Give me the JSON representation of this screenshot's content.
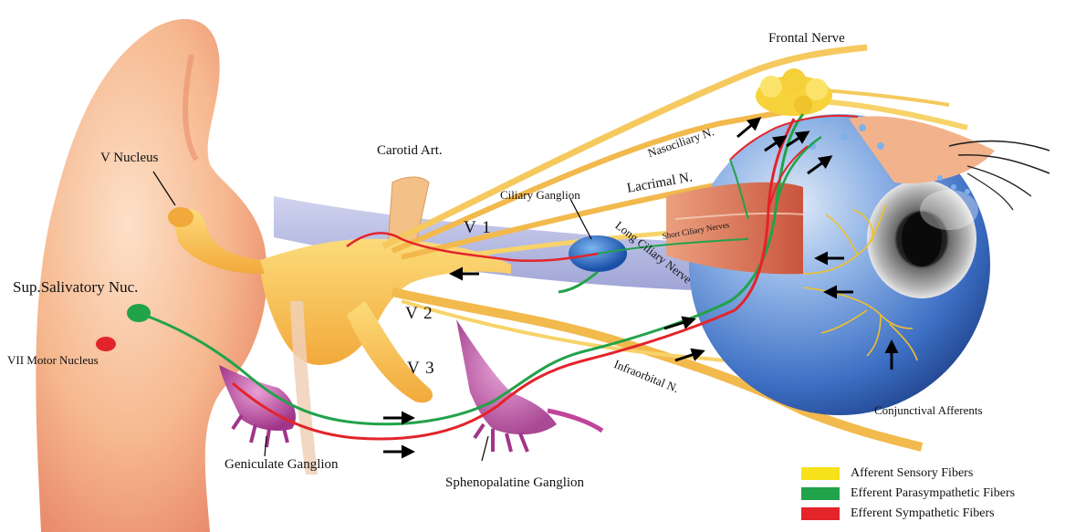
{
  "labels": {
    "frontal_nerve": "Frontal Nerve",
    "nasociliary": "Nasociliary N.",
    "lacrimal": "Lacrimal N.",
    "carotid": "Carotid Art.",
    "ciliary_ganglion": "Ciliary Ganglion",
    "long_ciliary": "Long Ciliary Nerve",
    "short_ciliary": "Short Ciliary Nerves",
    "v_nucleus": "V  Nucleus",
    "v1": "V 1",
    "v2": "V 2",
    "v3": "V 3",
    "sup_salivatory": "Sup.Salivatory Nuc.",
    "vii_motor": "VII Motor Nucleus",
    "geniculate": "Geniculate Ganglion",
    "sphenopalatine": "Sphenopalatine Ganglion",
    "infraorbital": "Infraorbital N.",
    "conjunctival": "Conjunctival Afferents"
  },
  "legend": [
    {
      "label": "Afferent Sensory Fibers",
      "color": "#f7e11b"
    },
    {
      "label": "Efferent Parasympathetic Fibers",
      "color": "#22a24a"
    },
    {
      "label": "Efferent Sympathetic Fibers",
      "color": "#e3242b"
    }
  ],
  "colors": {
    "brainstem": "#f6b88f",
    "nerve": "#f7c55a",
    "ganglion_pink": "#c0449a",
    "ciliary_ganglion": "#1f6fc4",
    "eye": "#3f7fd0",
    "muscle": "#d9694e"
  }
}
